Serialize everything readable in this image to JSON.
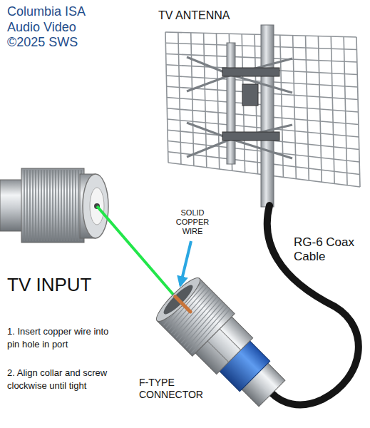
{
  "diagram": {
    "labels": [
      "Columbia ISA Audio Video ©2025 SWS",
      "TV ANTENNA",
      "SOLID COPPER WIRE",
      "RG-6 Coax Cable",
      "TV INPUT",
      "1. Insert copper wire into pin hole in port",
      "2. Align collar and screw clockwise until tight",
      "F-TYPE CONNECTOR"
    ]
  }
}
